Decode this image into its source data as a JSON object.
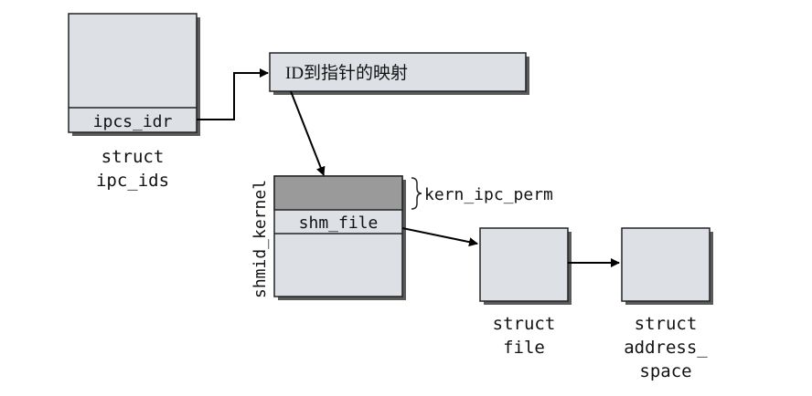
{
  "ipc_ids": {
    "field": "ipcs_idr",
    "caption_line1": "struct",
    "caption_line2": "ipc_ids"
  },
  "idr_map": {
    "label": "ID到指针的映射"
  },
  "shmid_kernel": {
    "vertical_label": "shmid_kernel",
    "perm_brace_label": "kern_ipc_perm",
    "file_field": "shm_file"
  },
  "file": {
    "caption_line1": "struct",
    "caption_line2": "file"
  },
  "address_space": {
    "caption_line1": "struct",
    "caption_line2": "address_",
    "caption_line3": "space"
  },
  "colors": {
    "box_fill": "#dde1e6",
    "header_fill": "#9a9a9a",
    "shadow": "#5a5a5a"
  }
}
